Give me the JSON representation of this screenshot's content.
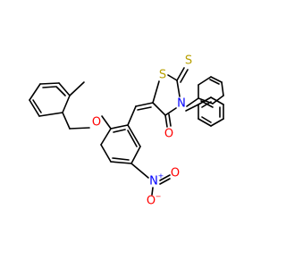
{
  "molecule": {
    "atoms": {
      "S_ring": {
        "text": "S",
        "color": "#b8a000"
      },
      "S_thione": {
        "text": "S",
        "color": "#b8a000"
      },
      "N_ring": {
        "text": "N",
        "color": "#0000ff"
      },
      "O_carbonyl": {
        "text": "O",
        "color": "#ff0000"
      },
      "O_ether": {
        "text": "O",
        "color": "#ff0000"
      },
      "N_nitro": {
        "text": "N",
        "color": "#0000ff",
        "charge": "+"
      },
      "O_nitro_top": {
        "text": "O",
        "color": "#ff0000"
      },
      "O_nitro_bot": {
        "text": "O",
        "color": "#ff0000",
        "charge": "−"
      }
    }
  }
}
